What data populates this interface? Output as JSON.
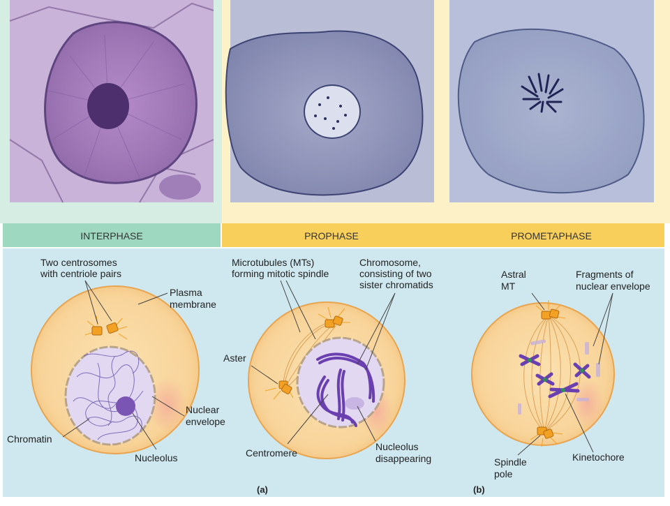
{
  "colors": {
    "interphase_tab": "#9fd8c0",
    "prophase_tab": "#f9cf5c",
    "interphase_band": "#d6ede3",
    "prophase_band": "#fdf1c7",
    "diagram_bg": "#cfe8ef",
    "cell_fill": "#f9d99f",
    "cell_edge": "#e9a44e",
    "nucleus_fill": "#e3d8f2",
    "chromosome": "#6a3fb0",
    "centrosome": "#f2a125",
    "kinetochore": "#2e8b57"
  },
  "phases": {
    "interphase": "INTERPHASE",
    "prophase": "PROPHASE",
    "prometaphase": "PROMETAPHASE"
  },
  "labels": {
    "interphase": {
      "centrosomes_1": "Two centrosomes",
      "centrosomes_2": "with centriole pairs",
      "plasma_1": "Plasma",
      "plasma_2": "membrane",
      "envelope_1": "Nuclear",
      "envelope_2": "envelope",
      "chromatin": "Chromatin",
      "nucleolus": "Nucleolus"
    },
    "prophase": {
      "mts_1": "Microtubules (MTs)",
      "mts_2": "forming mitotic spindle",
      "chrom_1": "Chromosome,",
      "chrom_2": "consisting of two",
      "chrom_3": "sister chromatids",
      "aster": "Aster",
      "centromere": "Centromere",
      "nucleolus_1": "Nucleolus",
      "nucleolus_2": "disappearing"
    },
    "prometaphase": {
      "astral_1": "Astral",
      "astral_2": "MT",
      "fragments_1": "Fragments of",
      "fragments_2": "nuclear envelope",
      "spindle_1": "Spindle",
      "spindle_2": "pole",
      "kinetochore": "Kinetochore"
    }
  },
  "panel_letters": {
    "a": "(a)",
    "b": "(b)"
  }
}
